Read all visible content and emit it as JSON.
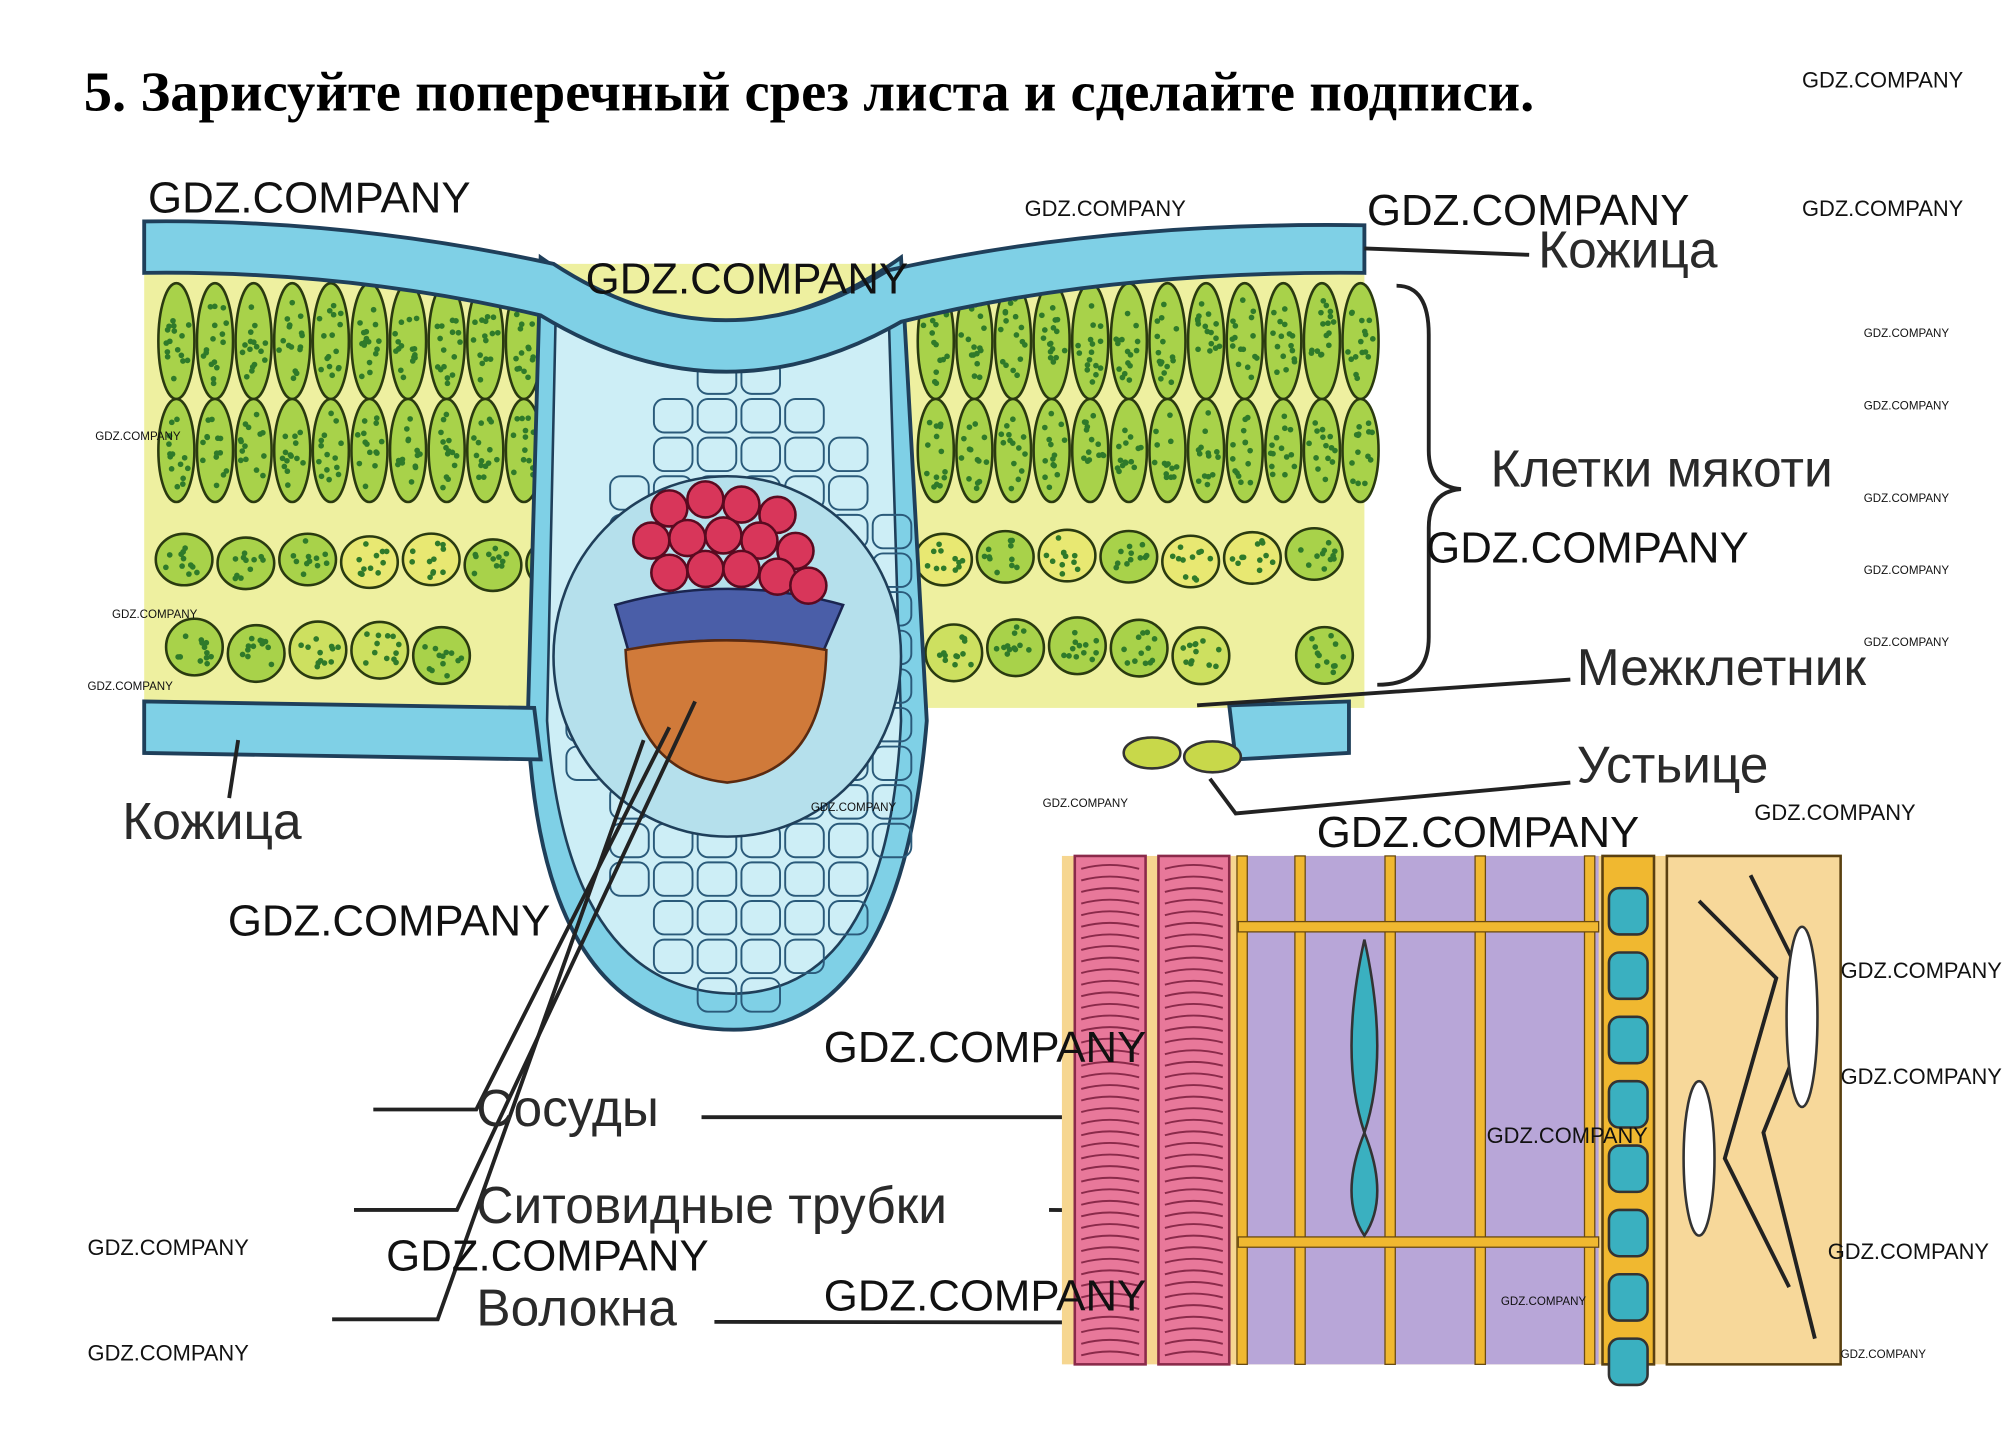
{
  "title": "5. Зарисуйте поперечный срез листа и сделайте подписи.",
  "labels": {
    "upper_skin": "Кожица",
    "mesophyll": "Клетки мякоти",
    "intercellular": "Межклетник",
    "stoma": "Устьице",
    "lower_skin": "Кожица",
    "vessels": "Сосуды",
    "sieve_tubes": "Ситовидные трубки",
    "fibers": "Волокна"
  },
  "watermark": "GDZ.COMPANY",
  "colors": {
    "epidermis": "#7fd0e6",
    "midrib": "#cdeef6",
    "mesophyll": "#a8d24a",
    "spongy": "#e8e872",
    "chloroplast": "#2f7a2a",
    "xylem": "#d8365a",
    "phloem": "#4a5ea8",
    "fiber": "#d07a3a",
    "vessel_pink": "#e8789a",
    "sieve_purple": "#b8a6d8",
    "wall_yellow": "#f0b830"
  }
}
